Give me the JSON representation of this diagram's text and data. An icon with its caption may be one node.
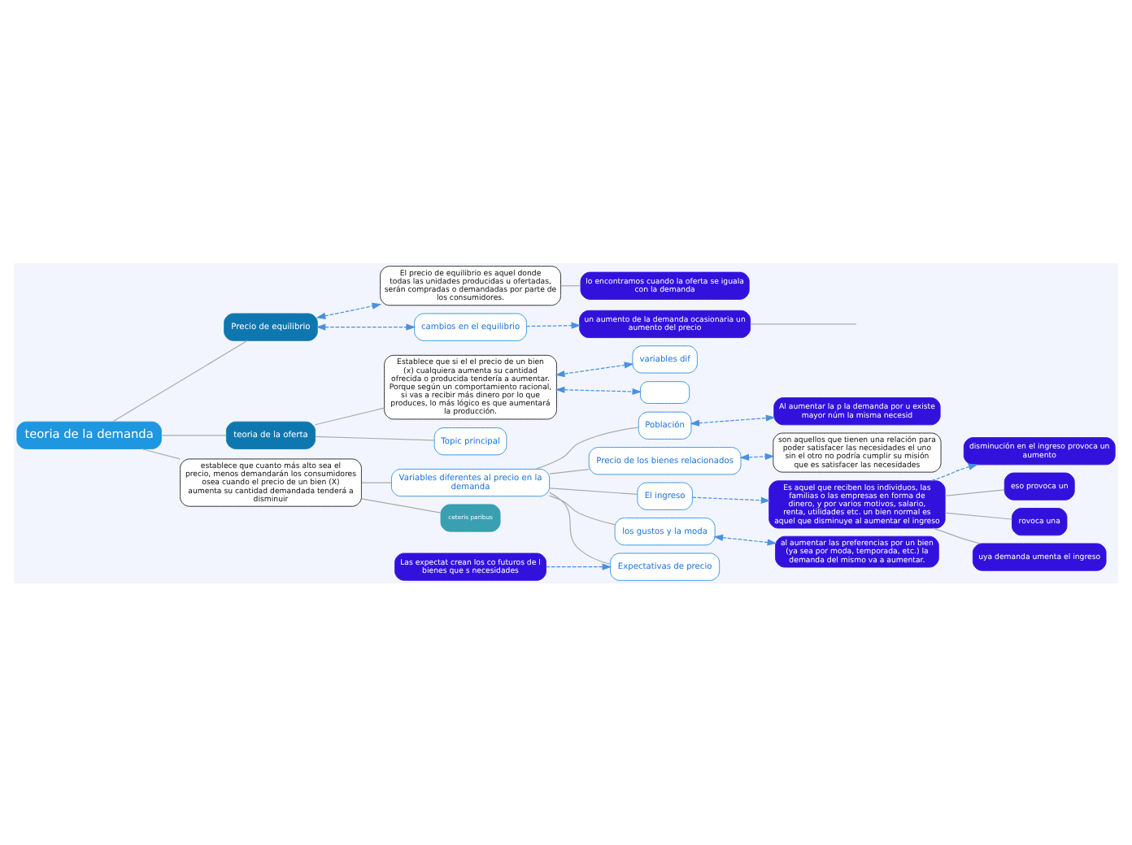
{
  "diagram": {
    "nodes": [
      {
        "text": [
          "teoria de la demanda"
        ]
      },
      {
        "text": [
          "Precio de equilibrio"
        ]
      },
      {
        "text": [
          "El precio de equilibrio es aquel donde todas las unidades producidas u ofertadas, serán compradas o demandadas por parte de los consumidores."
        ]
      },
      {
        "text": [
          "lo encontramos cuando la oferta se iguala con la demanda"
        ]
      },
      {
        "text": [
          "cambios en el equilibrio"
        ]
      },
      {
        "text": [
          "un aumento de la demanda ocasionaria un aumento del precio"
        ]
      },
      {
        "text": [
          "teoria de la oferta"
        ]
      },
      {
        "text": [
          "Establece que si el el precio de un bien (x) cualquiera aumenta su cantidad ofrecida o producida tendería a aumentar. Porque según un comportamiento racional, si vas a recibir más dinero por lo que produces, lo más lógico es que aumentará la producción."
        ]
      },
      {
        "text": [
          "variables dif"
        ]
      },
      {
        "text": [],
        "shape": "box"
      },
      {
        "text": [
          "Topic principal"
        ]
      },
      {
        "text": [
          "establece que cuanto más alto sea el precio, menos demandarán los consumidores osea cuando el precio de un bien (X) aumenta su cantidad demandada tenderá a disminuir"
        ]
      },
      {
        "text": [
          "Variables diferentes al precio en la demanda"
        ]
      },
      {
        "text": [
          "ceteris paribus"
        ]
      },
      {
        "text": [
          "Expectativas de precio"
        ]
      },
      {
        "text": [
          "Las expectat crean los co futuros de l bienes que s necesidades"
        ]
      },
      {
        "text": [
          "Población"
        ]
      },
      {
        "text": [
          "Al aumentar la p la demanda por u existe mayor núm la misma necesid"
        ]
      },
      {
        "text": [
          "Precio de los bienes relacionados"
        ]
      },
      {
        "text": [
          "son aquellos que tienen una relación para poder satisfacer las necesidades el uno sin el otro no podría cumplir su misión que es satisfacer las necesidades"
        ]
      },
      {
        "text": [
          "El ingreso"
        ]
      },
      {
        "text": [
          "Es aquel que reciben los individuos, las familias o las empresas en forma de dinero, y por varios motivos, salario, renta, utilidades etc. un bien normal es aquel que disminuye al aumentar el ingreso"
        ]
      },
      {
        "text": [
          "disminución en el ingreso provoca un aumento"
        ]
      },
      {
        "text": [
          "eso provoca un"
        ]
      },
      {
        "text": [
          "rovoca una"
        ]
      },
      {
        "text": [
          "uya demanda umenta el ingreso"
        ]
      },
      {
        "text": [
          "los gustos y la moda"
        ]
      },
      {
        "text": [
          "al aumentar las preferencias por un bien (ya sea por moda, temporada, etc.) la demanda del mismo va a aumentar."
        ]
      }
    ],
    "edges": [
      {
        "from": 0,
        "to": 1,
        "arrow": "none"
      },
      {
        "from": 0,
        "to": 6,
        "arrow": "none"
      },
      {
        "from": 6,
        "to": 7,
        "arrow": "none"
      },
      {
        "from": 6,
        "to": 10,
        "arrow": "none"
      },
      {
        "from": 0,
        "to": 11,
        "arrow": "none"
      },
      {
        "from": 11,
        "to": 12,
        "arrow": "none"
      },
      {
        "from": 12,
        "to": 20,
        "arrow": "none"
      },
      {
        "from": 12,
        "to": 26,
        "arrow": "none"
      },
      {
        "from": 12,
        "to": 14,
        "arrow": "none"
      },
      {
        "from": 12,
        "to": 16,
        "arrow": "none"
      },
      {
        "from": 12,
        "to": 18,
        "arrow": "none"
      },
      {
        "from": 2,
        "to": 3,
        "arrow": "none"
      },
      {
        "from": 5,
        "to": null,
        "arrow": "none"
      },
      {
        "from": 11,
        "to": 13,
        "arrow": "none"
      },
      {
        "from": 21,
        "to": 23,
        "arrow": "none"
      },
      {
        "from": 21,
        "to": 24,
        "arrow": "none"
      },
      {
        "from": 21,
        "to": 25,
        "arrow": "none"
      },
      {
        "from": 1,
        "to": 2,
        "arrow": "both",
        "style": "dashed",
        "color": "#4a90e2"
      },
      {
        "from": 1,
        "to": 4,
        "arrow": "both",
        "style": "dashed",
        "color": "#4a90e2"
      },
      {
        "from": 4,
        "to": 5,
        "arrow": "to",
        "style": "dashed",
        "color": "#4a90e2"
      },
      {
        "from": 7,
        "to": 8,
        "arrow": "both",
        "style": "dashed",
        "color": "#4a90e2"
      },
      {
        "from": 7,
        "to": 9,
        "arrow": "both",
        "style": "dashed",
        "color": "#4a90e2"
      },
      {
        "from": 15,
        "to": 14,
        "arrow": "to",
        "style": "dashed",
        "color": "#4a90e2"
      },
      {
        "from": 16,
        "to": 17,
        "arrow": "both",
        "style": "dashed",
        "color": "#4a90e2"
      },
      {
        "from": 18,
        "to": 19,
        "arrow": "both",
        "style": "dashed",
        "color": "#4a90e2"
      },
      {
        "from": 20,
        "to": 21,
        "arrow": "to",
        "style": "dashed",
        "color": "#4a90e2"
      },
      {
        "from": 21,
        "to": 22,
        "arrow": "to",
        "style": "dashed",
        "color": "#4a90e2"
      },
      {
        "from": 26,
        "to": 27,
        "arrow": "both",
        "style": "dashed",
        "color": "#4a90e2"
      }
    ]
  }
}
